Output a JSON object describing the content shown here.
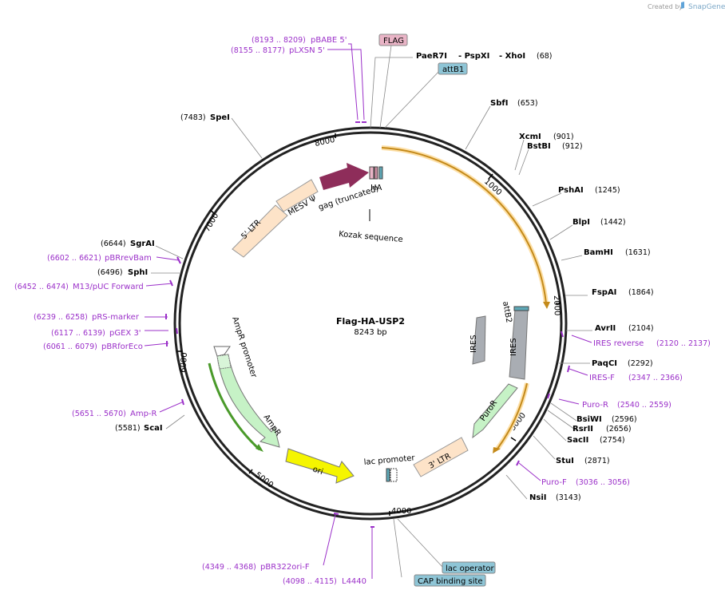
{
  "credit": {
    "prefix": "Created by",
    "brand": "SnapGene"
  },
  "plasmid": {
    "name": "Flag-HA-USP2",
    "size": "8243 bp"
  },
  "ticks": [
    "1000",
    "2000",
    "3000",
    "4000",
    "5000",
    "6000",
    "7000",
    "8000"
  ],
  "sites": {
    "s1a": "PaeR7I",
    "s1b": "- PspXI",
    "s1c": "- XhoI",
    "s1p": "(68)",
    "sbf": "SbfI",
    "sbfp": "(653)",
    "xcm": "XcmI",
    "xcmp": "(901)",
    "bst": "BstBI",
    "bstp": "(912)",
    "psh": "PshAI",
    "pshp": "(1245)",
    "blp": "BlpI",
    "blpp": "(1442)",
    "bam": "BamHI",
    "bamp": "(1631)",
    "fsp": "FspAI",
    "fspp": "(1864)",
    "avr": "AvrII",
    "avrp": "(2104)",
    "paq": "PaqCI",
    "paqp": "(2292)",
    "bsi": "BsiWI",
    "bsip": "(2596)",
    "rsr": "RsrII",
    "rsrp": "(2656)",
    "sac": "SacII",
    "sacp": "(2754)",
    "stu": "StuI",
    "stup": "(2871)",
    "nsi": "NsiI",
    "nsip": "(3143)",
    "spe": "SpeI",
    "spep": "(7483)",
    "sgr": "SgrAI",
    "sgrp": "(6644)",
    "sph": "SphI",
    "sphp": "(6496)",
    "sca": "ScaI",
    "scap": "(5581)"
  },
  "primers": {
    "pbabe": "pBABE 5'",
    "pbabep": "(8193 .. 8209)",
    "plxsn": "pLXSN 5'",
    "plxsnp": "(8155 .. 8177)",
    "pbrrev": "pBRrevBam",
    "pbrrevp": "(6602 .. 6621)",
    "m13": "M13/pUC Forward",
    "m13p": "(6452 .. 6474)",
    "prs": "pRS-marker",
    "prsp": "(6239 .. 6258)",
    "pgex": "pGEX 3'",
    "pgexp": "(6117 .. 6139)",
    "pbrfor": "pBRforEco",
    "pbrforp": "(6061 .. 6079)",
    "ampr": "Amp-R",
    "amprp": "(5651 .. 5670)",
    "iresrev": "IRES reverse",
    "iresrevp": "(2120 .. 2137)",
    "iresf": "IRES-F",
    "iresfp": "(2347 .. 2366)",
    "puror": "Puro-R",
    "purorp": "(2540 .. 2559)",
    "purof": "Puro-F",
    "purofp": "(3036 .. 3056)",
    "pbr322": "pBR322ori-F",
    "pbr322p": "(4349 .. 4368)",
    "l4440": "L4440",
    "l4440p": "(4098 .. 4115)"
  },
  "boxes": {
    "flag": "FLAG",
    "attb1": "attB1",
    "lacop": "lac operator",
    "cap": "CAP binding site"
  },
  "features": {
    "ha": "HA",
    "kozak": "Kozak sequence",
    "gag": "gag (truncated)",
    "mesv": "MESV Ψ",
    "ltr5": "5' LTR",
    "ltr3": "3' LTR",
    "ires1": "IRES",
    "ires2": "IRES",
    "attb2": "attB2",
    "puror": "PuroR",
    "ampr": "AmpR",
    "amprprom": "AmpR promoter",
    "ori": "ori",
    "lacprom": "lac promoter"
  },
  "colors": {
    "flag": "#e9b4c6",
    "attb": "#8ec5d6",
    "ltr": "#fde3c8",
    "gag": "#8e2d5a",
    "ires": "#a9adb3",
    "puro": "#c6f2c6",
    "ori": "#f5f500",
    "primer": "#9b30c9",
    "orf": "#c48a1a"
  }
}
